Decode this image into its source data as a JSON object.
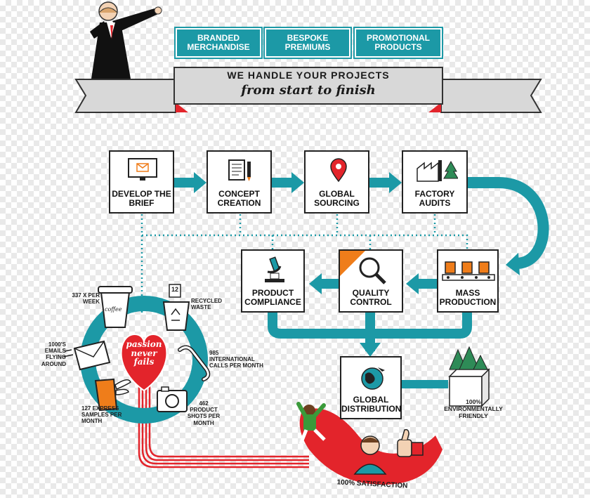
{
  "header": {
    "tags": [
      "BRANDED MERCHANDISE",
      "BESPOKE PREMIUMS",
      "PROMOTIONAL PRODUCTS"
    ],
    "banner_line1": "WE HANDLE YOUR PROJECTS",
    "banner_line2": "from start to finish"
  },
  "steps": {
    "develop": "DEVELOP THE BRIEF",
    "concept": "CONCEPT CREATION",
    "sourcing": "GLOBAL SOURCING",
    "audits": "FACTORY AUDITS",
    "compliance": "PRODUCT COMPLIANCE",
    "quality": "QUALITY CONTROL",
    "mass": "MASS PRODUCTION",
    "distribution": "GLOBAL DISTRIBUTION"
  },
  "stats": {
    "coffee": "337 X PER WEEK",
    "waste": "RECYCLED WASTE",
    "emails": "1000'S EMAILS FLYING AROUND",
    "calls": "985 INTERNATIONAL CALLS PER MONTH",
    "samples": "127 EXPRESS SAMPLES PER MONTH",
    "shots": "462 PRODUCT SHOTS PER MONTH"
  },
  "heart_text": [
    "passion",
    "never",
    "fails"
  ],
  "eco": "100% ENVIRONMENTALLY FRIENDLY",
  "satisfaction": "100% SATISFACTION",
  "icons": {
    "coffee_cup_text": "coffee",
    "bin_text": "12"
  },
  "colors": {
    "teal": "#1c99a6",
    "red": "#e3242b",
    "orange": "#ef7d1a",
    "green": "#2e8b57"
  }
}
